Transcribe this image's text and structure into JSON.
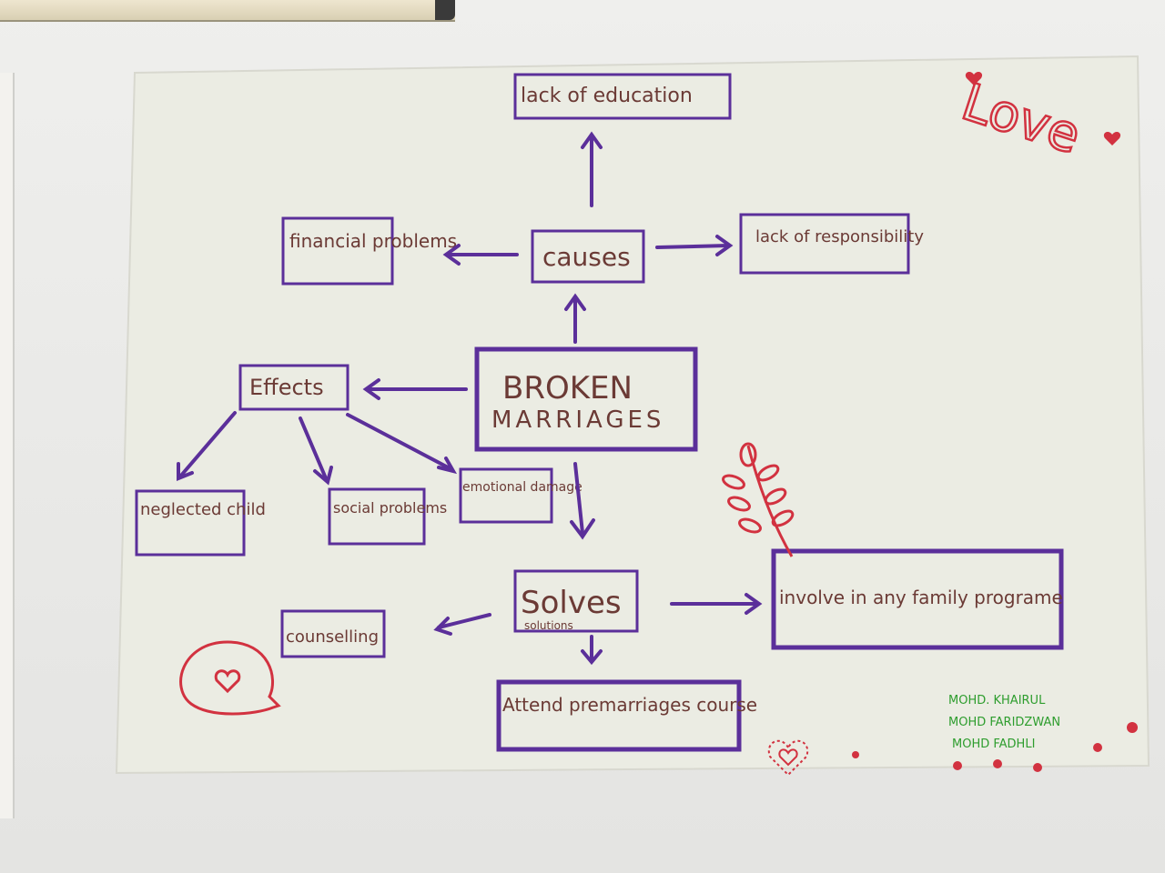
{
  "title": "BROKEN MARRIAGES",
  "title_line1": "BROKEN",
  "title_line2": "MARRIAGES",
  "causes": {
    "label": "causes",
    "items": [
      "lack of education",
      "financial problems",
      "lack of responsibility"
    ]
  },
  "effects": {
    "label": "Effects",
    "items": [
      "neglected child",
      "social problems",
      "emotional damage"
    ]
  },
  "solves": {
    "label": "Solves",
    "sublabel": "solutions",
    "items": [
      "counselling",
      "Attend premarriages course",
      "involve in any family programe"
    ]
  },
  "decoration": {
    "love_text": "Love"
  },
  "authors": [
    "MOHD. KHAIRUL",
    "MOHD FARIDZWAN",
    "MOHD FADHLI"
  ],
  "colors": {
    "ink_purple": "#5b2f9a",
    "ink_brown": "#6b3a35",
    "ink_red": "#d23240",
    "ink_green": "#2e9d2e",
    "paper": "#ebece3"
  }
}
